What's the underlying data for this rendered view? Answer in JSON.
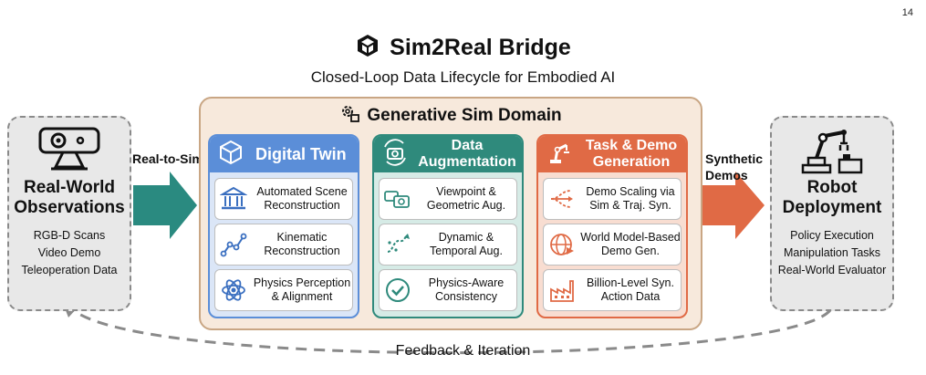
{
  "page_number": "14",
  "title": "Sim2Real Bridge",
  "subtitle": "Closed-Loop Data Lifecycle for Embodied AI",
  "left_box": {
    "heading": "Real-World Observations",
    "items": [
      "RGB-D Scans",
      "Video Demo",
      "Teleoperation Data"
    ]
  },
  "real_to_sim_label": "Real-to-Sim",
  "domain_title": "Generative Sim Domain",
  "digital_twin": {
    "title": "Digital Twin",
    "cards": [
      "Automated Scene Reconstruction",
      "Kinematic Reconstruction",
      "Physics Perception & Alignment"
    ]
  },
  "data_augmentation": {
    "title": "Data Augmentation",
    "cards": [
      "Viewpoint & Geometric Aug.",
      "Dynamic & Temporal Aug.",
      "Physics-Aware Consistency"
    ]
  },
  "task_demo": {
    "title": "Task & Demo Generation",
    "cards": [
      "Demo Scaling via Sim & Traj. Syn.",
      "World Model-Based Demo Gen.",
      "Billion-Level Syn. Action Data"
    ]
  },
  "synthetic_demos_label": "Synthetic Demos",
  "right_box": {
    "heading": "Robot Deployment",
    "items": [
      "Policy Execution",
      "Manipulation Tasks",
      "Real-World Evaluator"
    ]
  },
  "feedback_label": "Feedback & Iteration",
  "colors": {
    "twin": "#5b8ed8",
    "aug": "#2f8a7c",
    "task": "#e06a45",
    "domain_bg": "#f7e9dc",
    "arrow_teal": "#2a8a80",
    "arrow_orange": "#e06a45"
  }
}
